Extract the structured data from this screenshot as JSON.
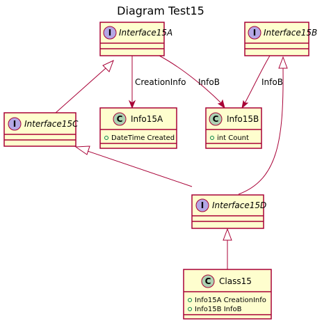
{
  "title": "Diagram Test15",
  "nodes": {
    "interface15A": {
      "stereotype": "I",
      "name": "Interface15A"
    },
    "interface15B": {
      "stereotype": "I",
      "name": "Interface15B"
    },
    "interface15C": {
      "stereotype": "I",
      "name": "Interface15C"
    },
    "interface15D": {
      "stereotype": "I",
      "name": "Interface15D"
    },
    "info15A": {
      "stereotype": "C",
      "name": "Info15A",
      "members": [
        "DateTime Created"
      ]
    },
    "info15B": {
      "stereotype": "C",
      "name": "Info15B",
      "members": [
        "int Count"
      ]
    },
    "class15": {
      "stereotype": "C",
      "name": "Class15",
      "members": [
        "Info15A CreationInfo",
        "Info15B InfoB"
      ]
    }
  },
  "edges": {
    "a_to_info15a": {
      "label": "CreationInfo"
    },
    "a_to_info15b": {
      "label": "InfoB"
    },
    "b_to_info15b": {
      "label": "InfoB"
    }
  },
  "colors": {
    "box_fill": "#FEFECE",
    "border": "#A80036",
    "interface_badge": "#B4A7E5",
    "class_badge": "#ADD1B2",
    "visibility_marker": "#038048"
  }
}
